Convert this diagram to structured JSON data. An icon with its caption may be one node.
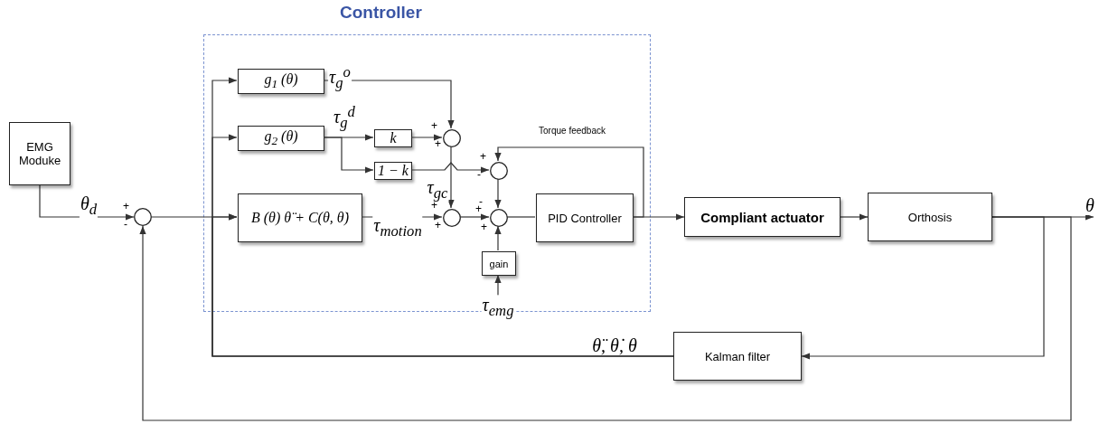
{
  "diagram": {
    "nodes": [
      {
        "text": [
          "Controller"
        ]
      },
      {
        "text": [
          "EMG Moduke"
        ]
      },
      {
        "text": [],
        "shape": "circle",
        "beside": [
          "+",
          "-"
        ]
      },
      {
        "text": [
          "g$_{1}$ (θ)"
        ],
        "in": 0
      },
      {
        "text": [
          "g$_{2}$ (θ)"
        ],
        "in": 0
      },
      {
        "text": [
          "k"
        ],
        "in": 0
      },
      {
        "text": [
          "1 − k"
        ],
        "in": 0
      },
      {
        "text": [
          "B (θ) θ̈ + C(θ, θ̇)"
        ],
        "in": 0
      },
      {
        "text": [],
        "shape": "circle",
        "in": 0,
        "beside": [
          "+",
          "+"
        ]
      },
      {
        "text": [],
        "shape": "circle",
        "in": 0,
        "beside": [
          "+",
          "-"
        ]
      },
      {
        "text": [],
        "shape": "circle",
        "in": 0,
        "beside": [
          "+",
          "+"
        ]
      },
      {
        "text": [],
        "shape": "circle",
        "in": 0,
        "beside": [
          "-",
          "+",
          "+"
        ]
      },
      {
        "text": [
          "PID Controller"
        ],
        "in": 0
      },
      {
        "text": [
          "gain"
        ],
        "in": 0
      },
      {
        "text": [
          "Compliant actuator"
        ]
      },
      {
        "text": [
          "Orthosis"
        ]
      },
      {
        "text": [
          "Kalman filter"
        ]
      }
    ],
    "edges": [
      {
        "from": 1,
        "to": 2,
        "arrow": "to",
        "label": "θ$_{d}$"
      },
      {
        "from": 2,
        "to": 7,
        "arrow": "to"
      },
      {
        "from": 3,
        "to": 8,
        "arrow": "to",
        "label": "τ$_{g}$$^{o}$"
      },
      {
        "from": 4,
        "to": 5,
        "arrow": "to",
        "label": "τ$_{g}$$^{d}$"
      },
      {
        "from": 4,
        "to": 6,
        "arrow": "to"
      },
      {
        "from": 5,
        "to": 8,
        "arrow": "to"
      },
      {
        "from": 6,
        "to": 9,
        "arrow": "to"
      },
      {
        "from": 8,
        "to": 10,
        "arrow": "to",
        "label": "τ$_{gc}$"
      },
      {
        "from": 7,
        "to": 10,
        "arrow": "to",
        "label": "τ$_{motion}$"
      },
      {
        "from": 10,
        "to": 11,
        "arrow": "to"
      },
      {
        "from": 9,
        "to": 11,
        "arrow": "to"
      },
      {
        "from": 12,
        "to": 9,
        "arrow": "to",
        "label": "Torque feedback"
      },
      {
        "from": 13,
        "to": 11,
        "arrow": "to"
      },
      {
        "from": null,
        "to": 13,
        "arrow": "to",
        "label": "τ$_{emg}$"
      },
      {
        "from": 11,
        "to": 12,
        "arrow": "none"
      },
      {
        "from": 12,
        "to": 14,
        "arrow": "to"
      },
      {
        "from": 14,
        "to": 15,
        "arrow": "to"
      },
      {
        "from": 15,
        "to": null,
        "arrow": "to",
        "label": "θ"
      },
      {
        "from": 15,
        "to": 16,
        "arrow": "to"
      },
      {
        "from": 15,
        "to": 2,
        "arrow": "to"
      },
      {
        "from": 16,
        "to": 3,
        "arrow": "to",
        "label": "θ̈, θ̇, θ"
      },
      {
        "from": 16,
        "to": 4,
        "arrow": "to"
      },
      {
        "from": 16,
        "to": 7,
        "arrow": "to"
      }
    ]
  }
}
